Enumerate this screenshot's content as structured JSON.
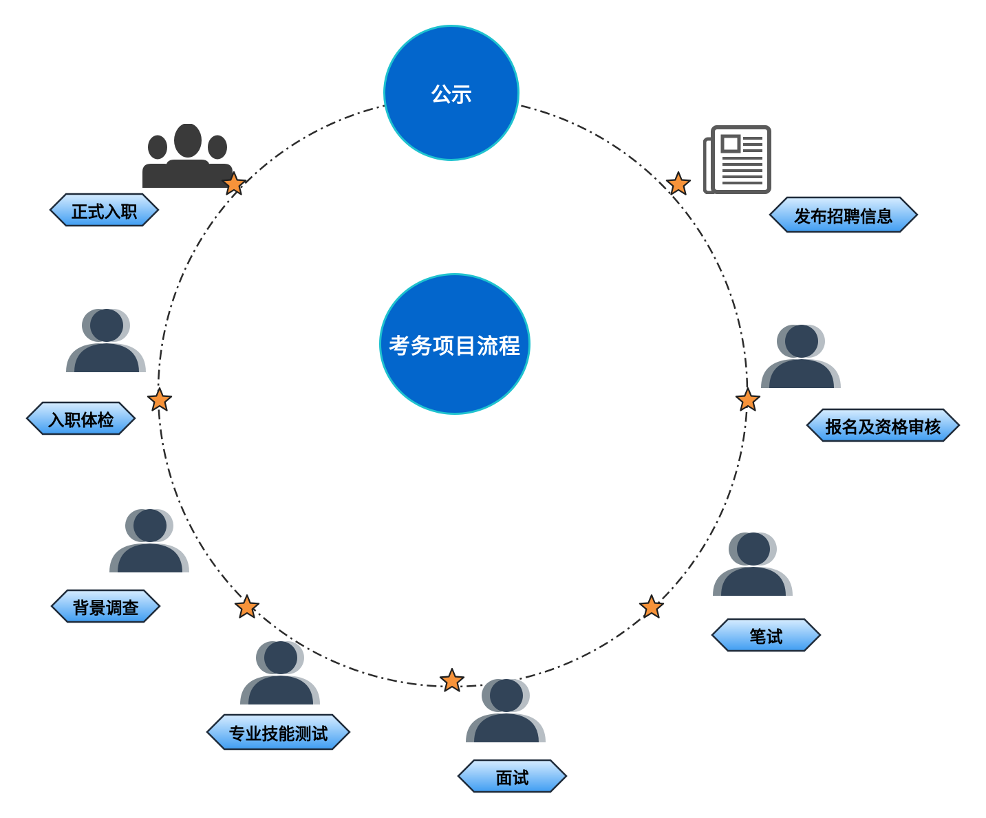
{
  "center_title": "考务项目流程",
  "top_node": "公示",
  "steps": [
    {
      "label": "发布招聘信息",
      "icon": "newspaper-icon"
    },
    {
      "label": "报名及资格审核",
      "icon": "person-icon"
    },
    {
      "label": "笔试",
      "icon": "person-icon"
    },
    {
      "label": "面试",
      "icon": "person-icon"
    },
    {
      "label": "专业技能测试",
      "icon": "person-icon"
    },
    {
      "label": "背景调查",
      "icon": "person-icon"
    },
    {
      "label": "入职体检",
      "icon": "person-icon"
    },
    {
      "label": "正式入职",
      "icon": "group-icon"
    }
  ],
  "colors": {
    "node_fill": "#0366cc",
    "node_border": "#1fc2cf",
    "tag_fill_top": "#cde6ff",
    "tag_fill_bottom": "#3f9df2",
    "tag_border": "#1f2b3a",
    "star_fill": "#f7933a",
    "person_front": "#324458",
    "person_back_left": "#7e8a92",
    "person_back_right": "#b7bec4",
    "group_icon": "#3a3a3a",
    "newspaper_icon": "#5a5a5a"
  }
}
